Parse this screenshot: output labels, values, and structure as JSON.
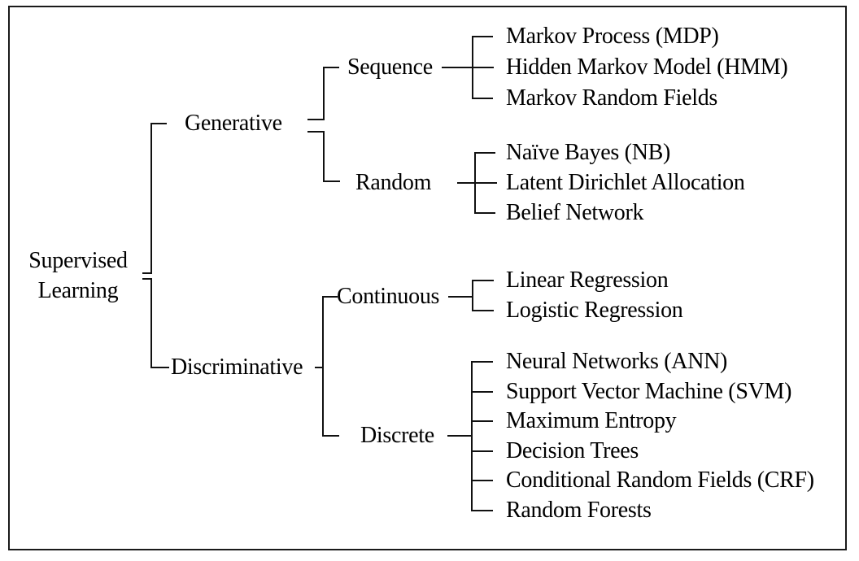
{
  "colors": {
    "line": "#111111",
    "text": "#000000",
    "border": "#1a1a1a",
    "background": "#ffffff"
  },
  "tree": {
    "root": {
      "line1": "Supervised",
      "line2": "Learning"
    },
    "children": [
      {
        "label": "Generative",
        "children": [
          {
            "label": "Sequence",
            "children": [
              {
                "label": "Markov Process (MDP)"
              },
              {
                "label": "Hidden Markov Model (HMM)"
              },
              {
                "label": "Markov Random Fields"
              }
            ]
          },
          {
            "label": "Random",
            "children": [
              {
                "label": "Naïve Bayes (NB)"
              },
              {
                "label": "Latent Dirichlet Allocation"
              },
              {
                "label": "Belief Network"
              }
            ]
          }
        ]
      },
      {
        "label": "Discriminative",
        "children": [
          {
            "label": "Continuous",
            "children": [
              {
                "label": "Linear Regression"
              },
              {
                "label": "Logistic Regression"
              }
            ]
          },
          {
            "label": "Discrete",
            "children": [
              {
                "label": "Neural Networks (ANN)"
              },
              {
                "label": "Support Vector Machine (SVM)"
              },
              {
                "label": "Maximum Entropy"
              },
              {
                "label": "Decision Trees"
              },
              {
                "label": "Conditional Random Fields (CRF)"
              },
              {
                "label": "Random Forests"
              }
            ]
          }
        ]
      }
    ]
  }
}
